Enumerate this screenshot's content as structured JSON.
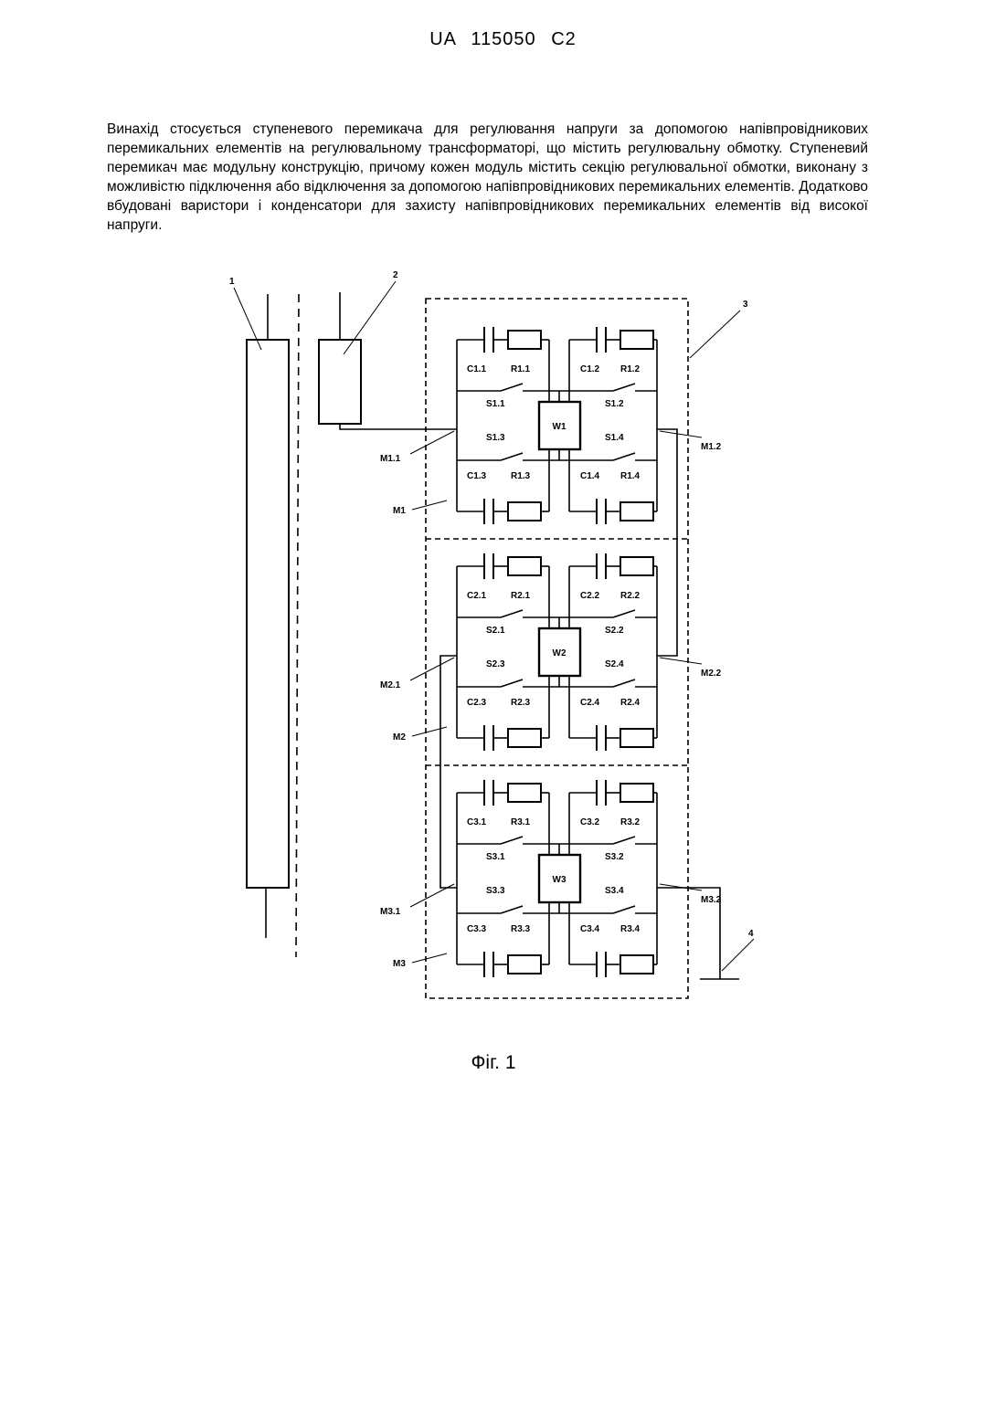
{
  "header": "UA  115050  C2",
  "abstract": "Винахід стосується ступеневого перемикача для регулювання напруги за допомогою напівпровідникових перемикальних елементів на регулювальному трансформаторі, що містить регулювальну обмотку. Ступеневий перемикач має модульну конструкцію, причому кожен модуль містить секцію регулювальної обмотки, виконану з можливістю підключення або відключення за допомогою напівпровідникових перемикальних елементів. Додатково вбудовані варистори і конденсатори для захисту напівпровідникових перемикальних елементів від високої напруги.",
  "figure": {
    "caption": "Фіг. 1",
    "callouts": [
      "1",
      "2",
      "3",
      "4"
    ],
    "modules": [
      {
        "label": "M1",
        "in": "M1.1",
        "out": "M1.2",
        "winding": "W1",
        "cap_top": [
          "C1.1",
          "C1.2"
        ],
        "res_top": [
          "R1.1",
          "R1.2"
        ],
        "cap_bot": [
          "C1.3",
          "C1.4"
        ],
        "res_bot": [
          "R1.3",
          "R1.4"
        ],
        "sw": [
          "S1.1",
          "S1.2",
          "S1.3",
          "S1.4"
        ]
      },
      {
        "label": "M2",
        "in": "M2.1",
        "out": "M2.2",
        "winding": "W2",
        "cap_top": [
          "C2.1",
          "C2.2"
        ],
        "res_top": [
          "R2.1",
          "R2.2"
        ],
        "cap_bot": [
          "C2.3",
          "C2.4"
        ],
        "res_bot": [
          "R2.3",
          "R2.4"
        ],
        "sw": [
          "S2.1",
          "S2.2",
          "S2.3",
          "S2.4"
        ]
      },
      {
        "label": "M3",
        "in": "M3.1",
        "out": "M3.2",
        "winding": "W3",
        "cap_top": [
          "C3.1",
          "C3.2"
        ],
        "res_top": [
          "R3.1",
          "R3.2"
        ],
        "cap_bot": [
          "C3.3",
          "C3.4"
        ],
        "res_bot": [
          "R3.3",
          "R3.4"
        ],
        "sw": [
          "S3.1",
          "S3.2",
          "S3.3",
          "S3.4"
        ]
      }
    ]
  }
}
